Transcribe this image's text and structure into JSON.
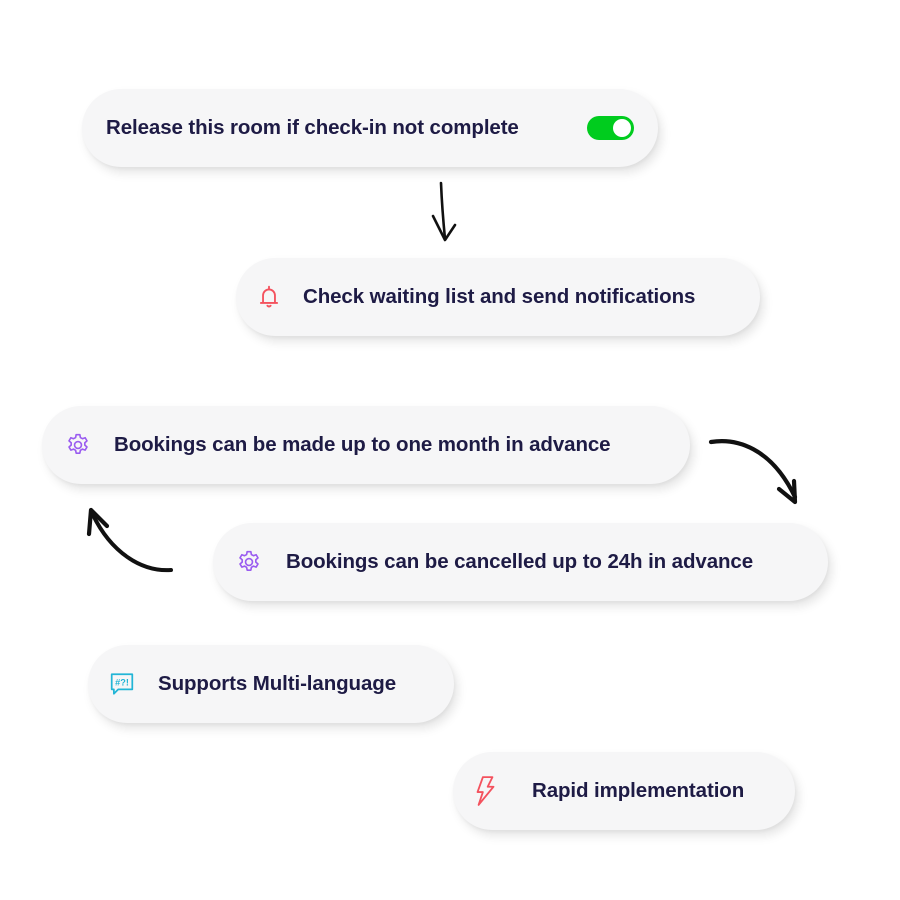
{
  "colors": {
    "pill_bg": "#f6f6f7",
    "text": "#1e1b45",
    "toggle_on": "#00cc1e",
    "bell": "#f4525e",
    "gear": "#9a5cf0",
    "chat": "#22b5d6",
    "bolt": "#f4525e",
    "arrow": "#111111"
  },
  "steps": [
    {
      "id": "release-room",
      "label": "Release this room if check-in not complete",
      "control": "toggle",
      "toggle_on": true
    },
    {
      "id": "waiting-list",
      "label": "Check waiting list and send notifications",
      "icon": "bell-icon"
    },
    {
      "id": "book-advance",
      "label": "Bookings can be made up to one month in advance",
      "icon": "gear-icon"
    },
    {
      "id": "cancel-advance",
      "label": "Bookings can be cancelled up to 24h in advance",
      "icon": "gear-icon"
    }
  ],
  "features": [
    {
      "id": "multi-language",
      "label": "Supports Multi-language",
      "icon": "chat-symbols-icon",
      "icon_text": "#?!"
    },
    {
      "id": "rapid",
      "label": "Rapid implementation",
      "icon": "lightning-bolt-icon"
    }
  ],
  "arrows": [
    {
      "name": "arrow-release-to-waitlist",
      "direction": "down"
    },
    {
      "name": "arrow-book-to-cancel",
      "direction": "curve-down-right"
    },
    {
      "name": "arrow-cancel-to-book",
      "direction": "curve-up-left"
    }
  ]
}
